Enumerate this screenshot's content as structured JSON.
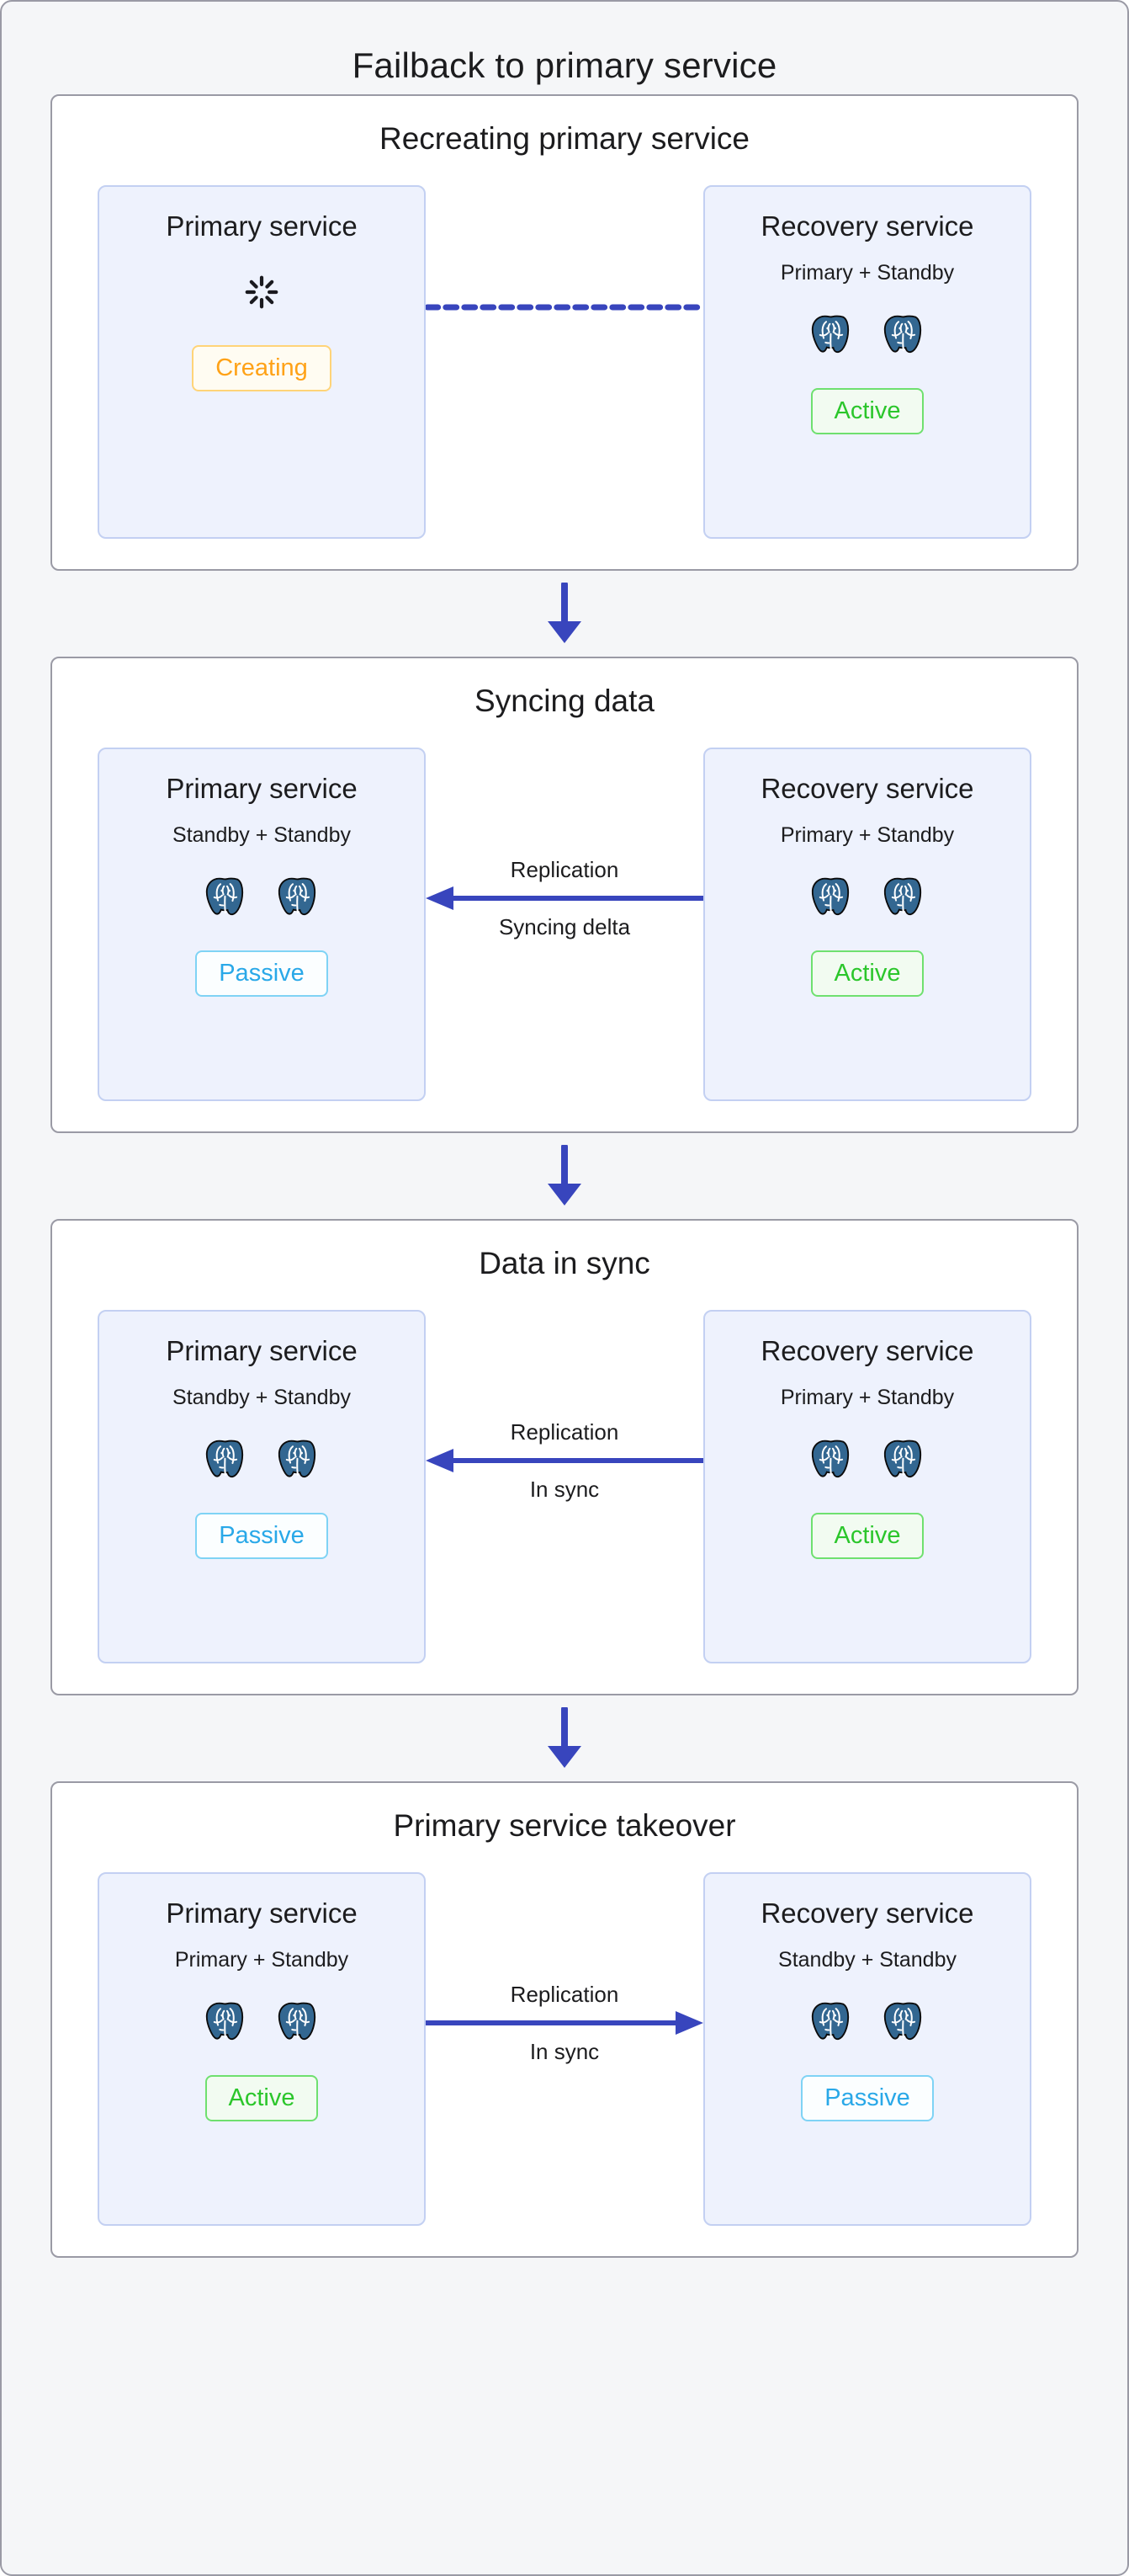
{
  "diagram": {
    "title": "Failback to primary service",
    "colors": {
      "page_background": "#f5f6f8",
      "frame_border": "#9a9aa5",
      "card_background": "#eef2fd",
      "card_border": "#c3d0f2",
      "arrow_blue": "#3845bd",
      "status_active": "#2bc62b",
      "status_passive": "#29a8e8",
      "status_creating": "#ffa217",
      "postgres_logo": "#336791"
    },
    "node_icon_name": "postgresql-elephant-icon",
    "spinner_icon_name": "loading-spinner-icon",
    "flow_arrow_icon_name": "arrow-down-icon"
  },
  "stages": [
    {
      "id": "recreating-primary-service",
      "title": "Recreating primary service",
      "left": {
        "name": "Primary service",
        "roles": null,
        "nodes": 0,
        "show_spinner": true,
        "status": "Creating",
        "status_kind": "creating"
      },
      "connector": {
        "style": "dashed",
        "direction": "none",
        "label_top": null,
        "label_bottom": null
      },
      "right": {
        "name": "Recovery service",
        "roles": "Primary + Standby",
        "nodes": 2,
        "show_spinner": false,
        "status": "Active",
        "status_kind": "active"
      }
    },
    {
      "id": "syncing-data",
      "title": "Syncing data",
      "left": {
        "name": "Primary service",
        "roles": "Standby + Standby",
        "nodes": 2,
        "show_spinner": false,
        "status": "Passive",
        "status_kind": "passive"
      },
      "connector": {
        "style": "solid",
        "direction": "left",
        "label_top": "Replication",
        "label_bottom": "Syncing delta"
      },
      "right": {
        "name": "Recovery service",
        "roles": "Primary + Standby",
        "nodes": 2,
        "show_spinner": false,
        "status": "Active",
        "status_kind": "active"
      }
    },
    {
      "id": "data-in-sync",
      "title": "Data in sync",
      "left": {
        "name": "Primary service",
        "roles": "Standby + Standby",
        "nodes": 2,
        "show_spinner": false,
        "status": "Passive",
        "status_kind": "passive"
      },
      "connector": {
        "style": "solid",
        "direction": "left",
        "label_top": "Replication",
        "label_bottom": "In sync"
      },
      "right": {
        "name": "Recovery service",
        "roles": "Primary + Standby",
        "nodes": 2,
        "show_spinner": false,
        "status": "Active",
        "status_kind": "active"
      }
    },
    {
      "id": "primary-service-takeover",
      "title": "Primary service takeover",
      "left": {
        "name": "Primary service",
        "roles": "Primary + Standby",
        "nodes": 2,
        "show_spinner": false,
        "status": "Active",
        "status_kind": "active"
      },
      "connector": {
        "style": "solid",
        "direction": "right",
        "label_top": "Replication",
        "label_bottom": "In sync"
      },
      "right": {
        "name": "Recovery service",
        "roles": "Standby + Standby",
        "nodes": 2,
        "show_spinner": false,
        "status": "Passive",
        "status_kind": "passive"
      }
    }
  ]
}
